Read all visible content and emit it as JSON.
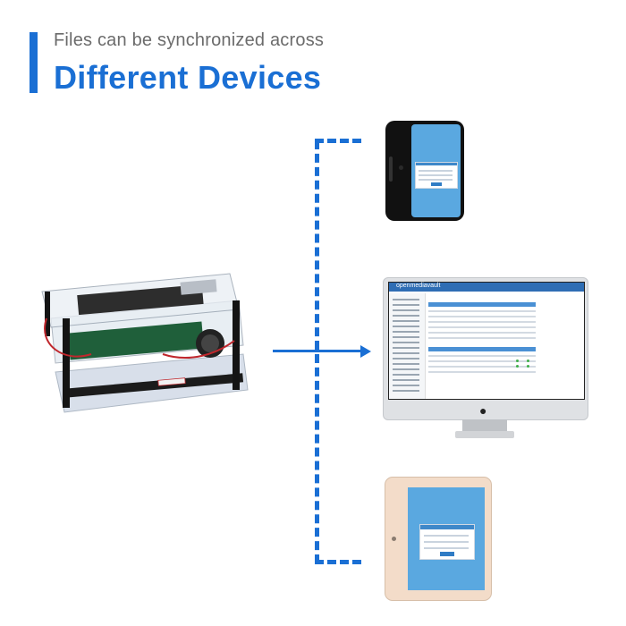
{
  "header": {
    "subtitle": "Files can be synchronized across",
    "title": "Different Devices"
  },
  "monitor_app": {
    "logo": "openmediavault"
  },
  "colors": {
    "accent": "#1a6fd4",
    "screen_blue": "#5aa8e0"
  },
  "icons": {
    "apple": "apple-logo-icon"
  }
}
